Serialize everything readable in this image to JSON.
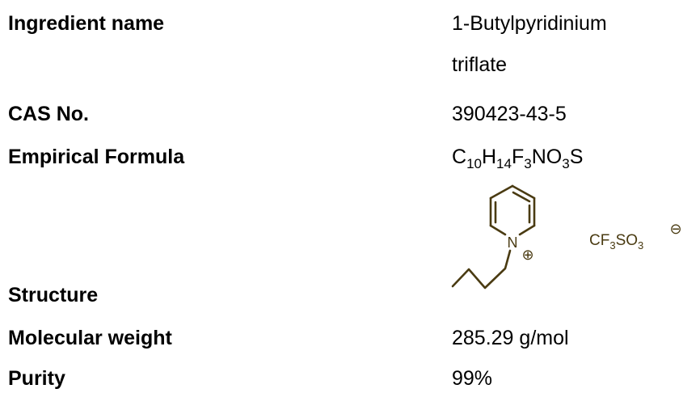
{
  "rows": {
    "ingredient": {
      "label": "Ingredient name",
      "value_line1": "1-Butylpyridinium",
      "value_line2": "triflate"
    },
    "cas": {
      "label": "CAS No.",
      "value": "390423-43-5"
    },
    "formula": {
      "label": "Empirical Formula",
      "parts": [
        {
          "t": "C"
        },
        {
          "s": "10"
        },
        {
          "t": "H"
        },
        {
          "s": "14"
        },
        {
          "t": "F"
        },
        {
          "s": "3"
        },
        {
          "t": "NO"
        },
        {
          "s": "3"
        },
        {
          "t": "S"
        }
      ]
    },
    "structure": {
      "label": "Structure",
      "atom_n": "N",
      "cation_charge": "⊕",
      "anion": [
        "CF",
        "3",
        "SO",
        "3"
      ],
      "anion_charge": "⊖"
    },
    "mw": {
      "label": "Molecular weight",
      "value": "285.29 g/mol"
    },
    "purity": {
      "label": "Purity",
      "value": "99%"
    }
  },
  "colors": {
    "structure_line": "#4a3b12"
  }
}
